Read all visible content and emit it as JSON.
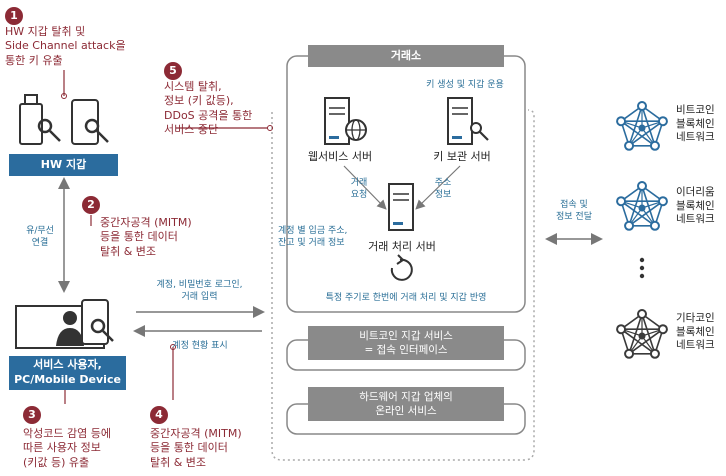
{
  "hw_wallet": {
    "label": "HW 지갑",
    "badge": "1",
    "threat": "HW 지갑 탈취 및\nSide Channel attack을\n통한 키 유출"
  },
  "service_user": {
    "label": "서비스 사용자,\nPC/Mobile Device",
    "badge": "3",
    "threat": "악성코드 감염 등에\n따른 사용자 정보\n(키값 등) 유출"
  },
  "link_hw_user": {
    "label": "유/무선\n연결",
    "badge": "2",
    "threat": "중간자공격 (MITM)\n등을 통한 데이터\n탈취 & 변조"
  },
  "link_user_exchange": {
    "request_label": "계정, 비밀번호 로그인,\n거래 입력",
    "response_label": "계정 현황 표시",
    "badge": "4",
    "threat": "중간자공격 (MITM)\n등을 통한 데이터\n탈취 & 변조"
  },
  "exchange": {
    "title": "거래소",
    "badge": "5",
    "threat": "시스템 탈취,\n정보 (키 값등),\nDDoS 공격을 통한\n서비스 중단",
    "key_note": "키 생성 및 지갑 운용",
    "web_server": "웹서비스 서버",
    "key_server": "키 보관 서버",
    "trade_server": "거래 처리 서버",
    "trade_request": "거래\n요청",
    "address_info": "주소\n정보",
    "account_note": "계정 별 입금 주소,\n잔고 및 거래 정보",
    "cycle_note": "특정 주기로 한번에 거래 처리 및 지갑 반영"
  },
  "bitcoin_wallet_service": "비트코인 지갑 서비스\n= 접속 인터페이스",
  "hardware_wallet_online": "하드웨어 지갑 업체의\n온라인 서비스",
  "network_link": "접속 및\n정보 전달",
  "networks": [
    {
      "label": "비트코인\n블록체인\n네트워크",
      "color": "#2b6c9e"
    },
    {
      "label": "이더리움\n블록체인\n네트워크",
      "color": "#2b6c9e"
    },
    {
      "label": "기타코인\n블록체인\n네트워크",
      "color": "#3a3a3a"
    }
  ],
  "colors": {
    "threat": "#8c2a35",
    "accent": "#2b6c9e",
    "panel": "#8a8a8a"
  }
}
